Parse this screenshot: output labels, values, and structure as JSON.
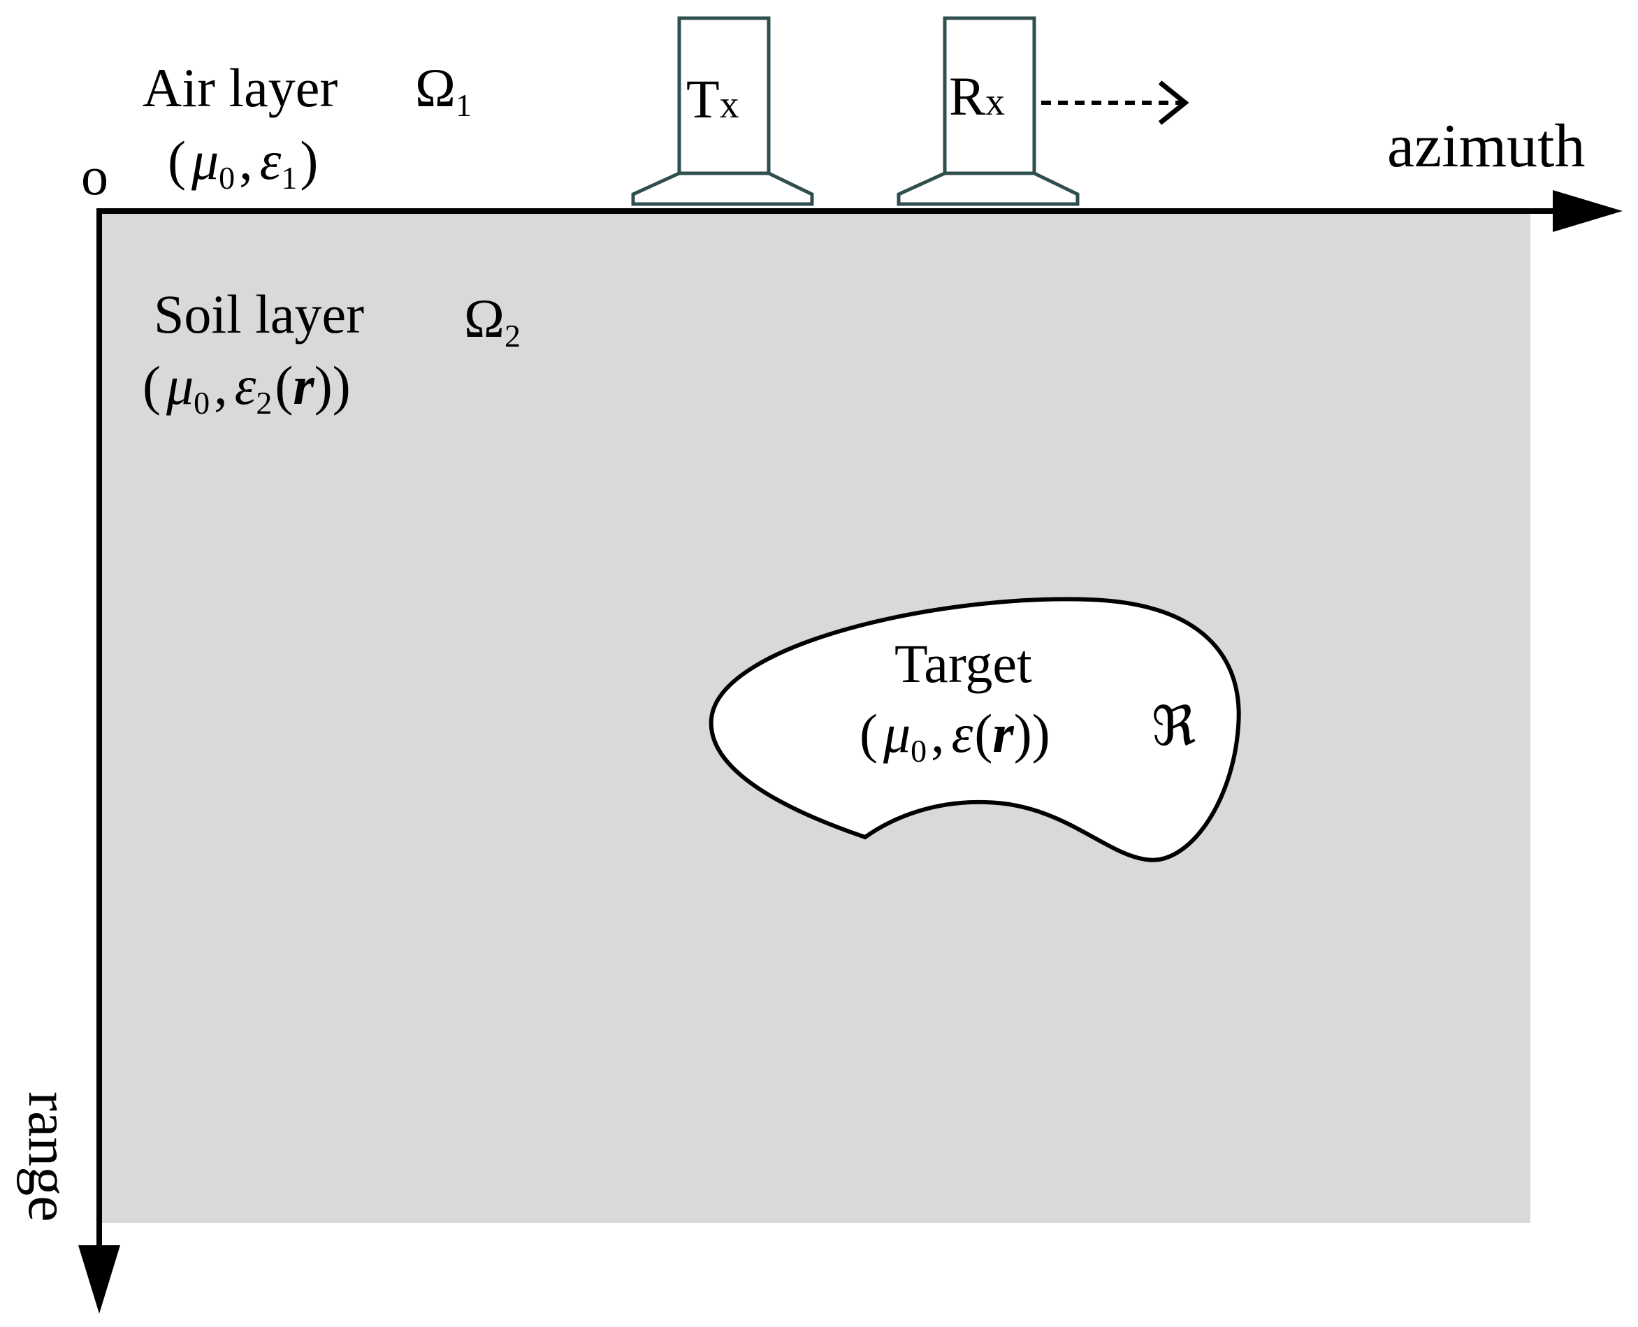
{
  "origin_label": "o",
  "axes": {
    "x_label": "azimuth",
    "y_label": "range"
  },
  "air_layer": {
    "label": "Air layer",
    "domain_symbol": "Ω",
    "domain_index": "1",
    "open_paren": "(",
    "mu": "μ",
    "mu_index": "0",
    "comma": ",",
    "eps": "ε",
    "eps_index": "1",
    "close_paren": ")"
  },
  "soil_layer": {
    "label": "Soil layer",
    "domain_symbol": "Ω",
    "domain_index": "2",
    "open_paren": "(",
    "mu": "μ",
    "mu_index": "0",
    "comma": ",",
    "eps": "ε",
    "eps_index": "2",
    "arg_open": "(",
    "arg": "r",
    "arg_close": ")",
    "close_paren": ")"
  },
  "target": {
    "label": "Target",
    "region_symbol": "ℜ",
    "open_paren": "(",
    "mu": "μ",
    "mu_index": "0",
    "comma": ",",
    "eps": "ε",
    "arg_open": "(",
    "arg": "r",
    "arg_close": ")",
    "close_paren": ")"
  },
  "antennas": {
    "transmitter": {
      "main": "T",
      "sub": "x"
    },
    "receiver": {
      "main": "R",
      "sub": "x"
    }
  },
  "colors": {
    "soil": "#d9d9d9",
    "line": "#000000",
    "antenna_fill": "#ffffff",
    "antenna_stroke": "#2f4f4f",
    "target_fill": "#ffffff"
  }
}
